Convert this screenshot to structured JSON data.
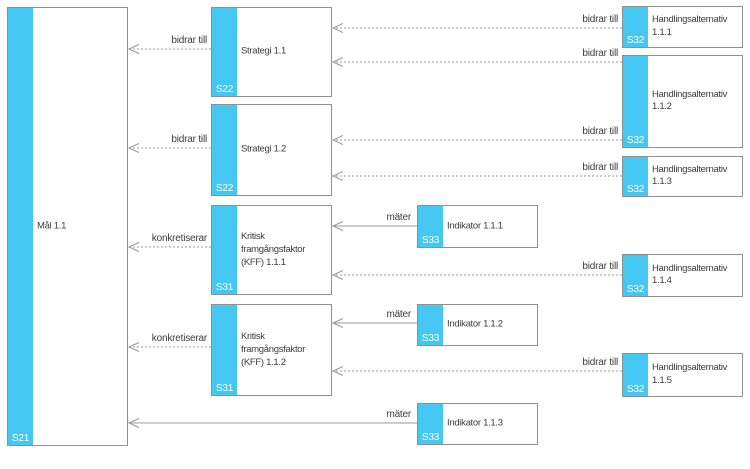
{
  "diagram": {
    "type": "goal-strategy-diagram",
    "colors": {
      "accent_blue": "#45C7F3",
      "box_border": "#909090",
      "edge_gray": "#9a9a9a",
      "text_dark": "#3c3c3c",
      "badge_text": "#ffffff"
    },
    "nodes": [
      {
        "id": "goal-1-1",
        "label": "Mål 1.1",
        "badge": "S21"
      },
      {
        "id": "strategy-1-1",
        "label": "Strategi 1.1",
        "badge": "S22"
      },
      {
        "id": "strategy-1-2",
        "label": "Strategi 1.2",
        "badge": "S22"
      },
      {
        "id": "kff-1-1-1",
        "label": "Kritisk framgångsfaktor\n(KFF) 1.1.1",
        "badge": "S31"
      },
      {
        "id": "kff-1-1-2",
        "label": "Kritisk framgångsfaktor\n(KFF) 1.1.2",
        "badge": "S31"
      },
      {
        "id": "indicator-1-1-1",
        "label": "Indikator 1.1.1",
        "badge": "S33"
      },
      {
        "id": "indicator-1-1-2",
        "label": "Indikator 1.1.2",
        "badge": "S33"
      },
      {
        "id": "indicator-1-1-3",
        "label": "Indikator 1.1.3",
        "badge": "S33"
      },
      {
        "id": "alternative-1-1-1",
        "label": "Handlingsalternativ\n1.1.1",
        "badge": "S32"
      },
      {
        "id": "alternative-1-1-2",
        "label": "Handlingsalternativ\n1.1.2",
        "badge": "S32"
      },
      {
        "id": "alternative-1-1-3",
        "label": "Handlingsalternativ\n1.1.3",
        "badge": "S32"
      },
      {
        "id": "alternative-1-1-4",
        "label": "Handlingsalternativ\n1.1.4",
        "badge": "S32"
      },
      {
        "id": "alternative-1-1-5",
        "label": "Handlingsalternativ\n1.1.5",
        "badge": "S32"
      }
    ],
    "edges": [
      {
        "from": "strategy-1-1",
        "to": "goal-1-1",
        "label": "bidrar till",
        "style": "dashed"
      },
      {
        "from": "strategy-1-2",
        "to": "goal-1-1",
        "label": "bidrar till",
        "style": "dashed"
      },
      {
        "from": "kff-1-1-1",
        "to": "goal-1-1",
        "label": "konkretiserar",
        "style": "dashed"
      },
      {
        "from": "kff-1-1-2",
        "to": "goal-1-1",
        "label": "konkretiserar",
        "style": "dashed"
      },
      {
        "from": "indicator-1-1-1",
        "to": "kff-1-1-1",
        "label": "mäter",
        "style": "solid"
      },
      {
        "from": "indicator-1-1-2",
        "to": "kff-1-1-2",
        "label": "mäter",
        "style": "solid"
      },
      {
        "from": "indicator-1-1-3",
        "to": "goal-1-1",
        "label": "mäter",
        "style": "solid"
      },
      {
        "from": "alternative-1-1-1",
        "to": "strategy-1-1",
        "label": "bidrar till",
        "style": "dashed"
      },
      {
        "from": "alternative-1-1-2",
        "to": "strategy-1-1",
        "label": "bidrar till",
        "style": "dashed"
      },
      {
        "from": "alternative-1-1-2",
        "to": "strategy-1-2",
        "label": "bidrar till",
        "style": "dashed"
      },
      {
        "from": "alternative-1-1-3",
        "to": "strategy-1-2",
        "label": "bidrar till",
        "style": "dashed"
      },
      {
        "from": "alternative-1-1-4",
        "to": "kff-1-1-1",
        "label": "bidrar till",
        "style": "dashed"
      },
      {
        "from": "alternative-1-1-5",
        "to": "kff-1-1-2",
        "label": "bidrar till",
        "style": "dashed"
      }
    ]
  }
}
